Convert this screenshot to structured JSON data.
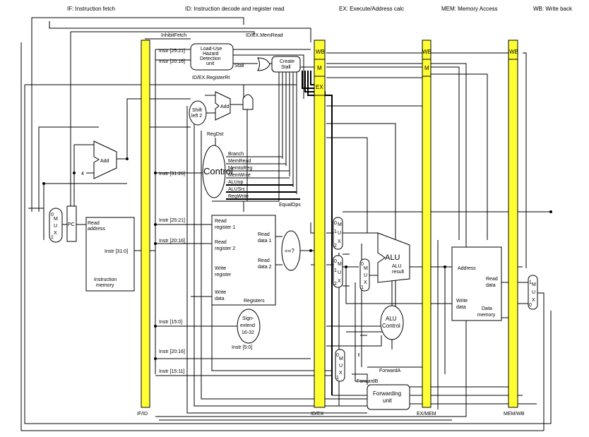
{
  "stages": {
    "if": "IF: Instruction fetch",
    "id": "ID: Instruction decode and register read",
    "ex": "EX: Execute/Address calc",
    "mem": "MEM: Memory Access",
    "wb": "WB: Write back"
  },
  "pipeline_registers": {
    "ifid": "IF/ID",
    "idex": "ID/EX",
    "exmem": "EX/MEM",
    "memwb": "MEM/WB"
  },
  "ctrl_fields": {
    "wb": "WB",
    "m": "M",
    "ex": "EX"
  },
  "signals": {
    "inhibit_fetch": "InhibitFetch",
    "idex_memread": "ID/EX.MemRead",
    "idex_registerrt": "ID/EX.RegisterRt",
    "stall": "Stall",
    "regdst": "RegDst",
    "branch": "Branch",
    "memread": "MemRead",
    "memtoreg": "MemtoReg",
    "memwrite": "MemWrite",
    "aluop": "ALUop",
    "alusrc": "ALUSrc",
    "regwrite": "RegWrite",
    "equalops": "EqualOps",
    "forward_a": "ForwardA",
    "forward_b": "ForwardB"
  },
  "instr_fields": {
    "f2521_top": "Instr [25:21]",
    "f2016_top": "Instr [20:16]",
    "f3126": "Instr [31:26]",
    "f2521": "Instr [25:21]",
    "f2016": "Instr [20:16]",
    "f3100": "Instr [31:0]",
    "f1500": "Instr [15:0]",
    "f0500": "Instr [5:0]",
    "f2016_low": "Instr [20:16]",
    "f1511": "Instr [15:11]"
  },
  "units": {
    "hazard": [
      "Load-Use",
      "Hazard",
      "Detection",
      "unit"
    ],
    "create_stall": [
      "Create",
      "Stall"
    ],
    "shift_left": [
      "Shift",
      "left 2"
    ],
    "add": "Add",
    "four": "4",
    "control": "Control",
    "pc": "PC",
    "read_address": [
      "Read",
      "address"
    ],
    "instruction_memory": [
      "Instruction",
      "memory"
    ],
    "read_reg1": [
      "Read",
      "register 1"
    ],
    "read_reg2": [
      "Read",
      "register 2"
    ],
    "write_reg": [
      "Write",
      "register"
    ],
    "write_data": [
      "Write",
      "data"
    ],
    "registers": "Registers",
    "read_data1": [
      "Read",
      "data 1"
    ],
    "read_data2": [
      "Read",
      "data 2"
    ],
    "compare": "==?",
    "sign_extend": [
      "Sign-",
      "extend",
      "16-32"
    ],
    "alu": "ALU",
    "alu_result": [
      "ALU",
      "result"
    ],
    "alu_control": [
      "ALU",
      "Control"
    ],
    "forwarding": [
      "Forwarding",
      "unit"
    ],
    "dm_address": "Address",
    "dm_write_data": [
      "Write",
      "data"
    ],
    "dm_read_data": [
      "Read",
      "data"
    ],
    "data_memory": [
      "Data",
      "memory"
    ],
    "mux_letters": [
      "M",
      "U",
      "X"
    ],
    "mux_in0": "0",
    "mux_in1": "1",
    "mux_in2": "2"
  }
}
